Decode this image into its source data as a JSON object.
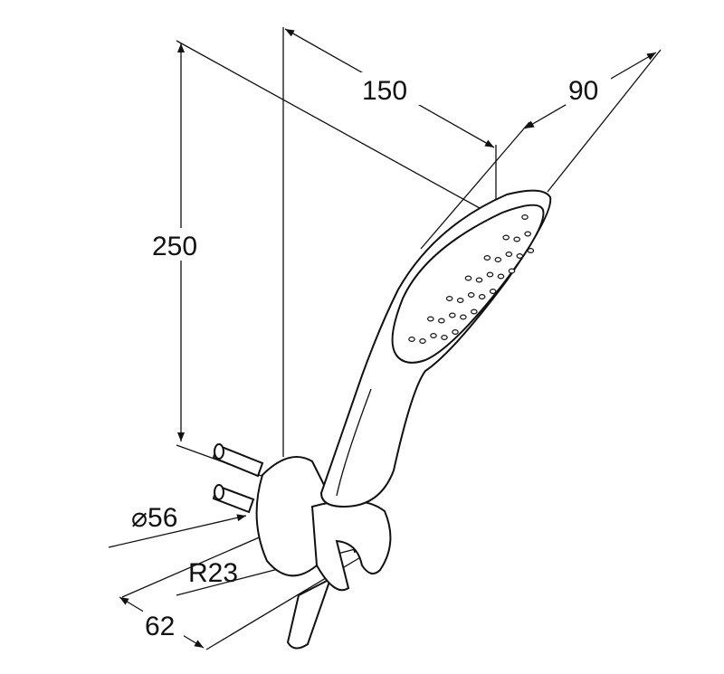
{
  "drawing": {
    "dimensions": {
      "length": "150",
      "head_width": "90",
      "height": "250",
      "diameter": "⌀56",
      "radius": "R23",
      "depth": "62"
    },
    "colors": {
      "line": "#111111",
      "background": "#ffffff"
    }
  }
}
